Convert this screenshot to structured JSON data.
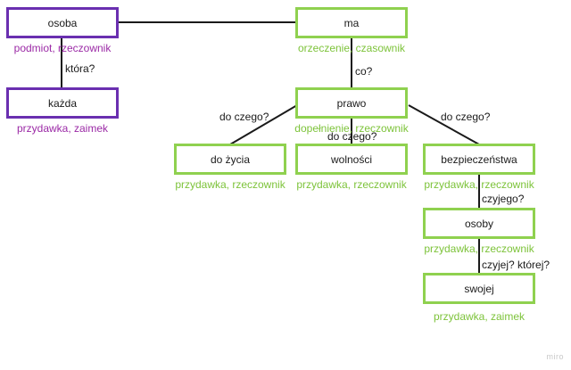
{
  "nodes": {
    "osoba": {
      "label": "osoba",
      "tag": "podmiot, rzeczownik"
    },
    "ma": {
      "label": "ma",
      "tag": "orzeczenie, czasownik"
    },
    "kazda": {
      "label": "każda",
      "tag": "przydawka, zaimek"
    },
    "prawo": {
      "label": "prawo",
      "tag": "dopełnienie, rzeczownik"
    },
    "do_zycia": {
      "label": "do życia",
      "tag": "przydawka, rzeczownik"
    },
    "wolnosci": {
      "label": "wolności",
      "tag": "przydawka, rzeczownik"
    },
    "bezpieczenstwa": {
      "label": "bezpieczeństwa",
      "tag": "przydawka, rzeczownik"
    },
    "osoby": {
      "label": "osoby",
      "tag": "przydawka, rzeczownik"
    },
    "swojej": {
      "label": "swojej",
      "tag": "przydawka, zaimek"
    }
  },
  "edges": {
    "osoba_kazda": "która?",
    "ma_prawo": "co?",
    "prawo_zycia": "do czego?",
    "prawo_wolnosci": "do czego?",
    "prawo_bezp": "do czego?",
    "bezp_osoby": "czyjego?",
    "osoby_swojej": "czyjej? której?"
  },
  "colors": {
    "purple_border": "#6a2fb0",
    "purple_text": "#9b2aa6",
    "green_border": "#8fd14f",
    "green_text": "#7dc33a",
    "line": "#1a1a1a"
  },
  "watermark": "miro"
}
